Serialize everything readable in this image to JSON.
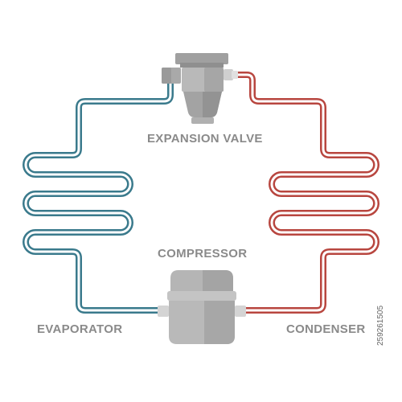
{
  "labels": {
    "expansion_valve": "EXPANSION VALVE",
    "compressor": "COMPRESSOR",
    "evaporator": "EVAPORATOR",
    "condenser": "CONDENSER"
  },
  "side_id": "259261505",
  "colors": {
    "cold_pipe": "#3a7a8c",
    "hot_pipe": "#b8463f",
    "component_gray": "#b9b9b9",
    "component_dark": "#8f8f8f",
    "label_gray": "#8a8a8a"
  }
}
